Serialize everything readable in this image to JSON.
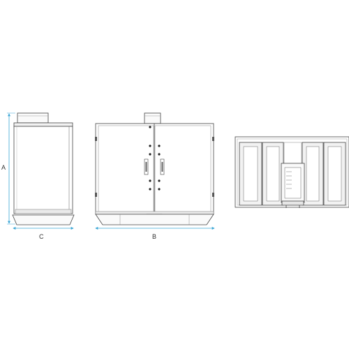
{
  "dimensions": {
    "height_label": "A",
    "width_label": "B",
    "depth_label": "C"
  },
  "colors": {
    "outline": "#444444",
    "detail": "#777777",
    "dimension": "#3aa6d6",
    "panel_fill": "#f2f2f2"
  }
}
